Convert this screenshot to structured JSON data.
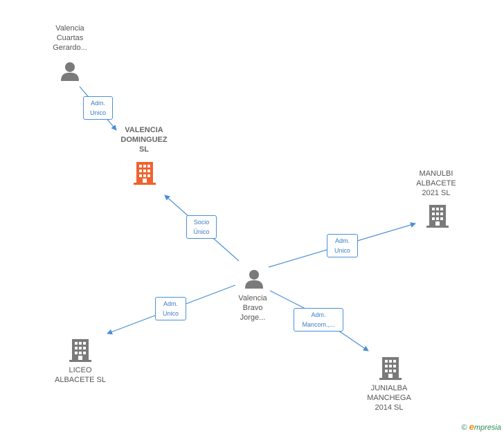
{
  "nodes": {
    "valencia_cuartas": {
      "label": "Valencia\nCuartas\nGerardo...",
      "type": "person"
    },
    "valencia_dominguez": {
      "label": "VALENCIA\nDOMINGUEZ\nSL",
      "type": "company-highlight"
    },
    "manulbi": {
      "label": "MANULBI\nALBACETE\n2021  SL",
      "type": "company"
    },
    "valencia_bravo": {
      "label": "Valencia\nBravo\nJorge...",
      "type": "person"
    },
    "liceo": {
      "label": "LICEO\nALBACETE  SL",
      "type": "company"
    },
    "junialba": {
      "label": "JUNIALBA\nMANCHEGA\n2014  SL",
      "type": "company"
    }
  },
  "edges": {
    "e1": {
      "label": "Adm.\nUnico"
    },
    "e2": {
      "label": "Socio\nÚnico"
    },
    "e3": {
      "label": "Adm.\nUnico"
    },
    "e4": {
      "label": "Adm.\nUnico"
    },
    "e5": {
      "label": "Adm.\nMancom.,..."
    }
  },
  "colors": {
    "edge": "#4a8fd6",
    "person_icon": "#7a7a7a",
    "company_icon": "#7a7a7a",
    "highlight_icon": "#f0622e"
  },
  "footer": {
    "copyright": "©",
    "brand_e": "e",
    "brand_rest": "mpresia"
  }
}
